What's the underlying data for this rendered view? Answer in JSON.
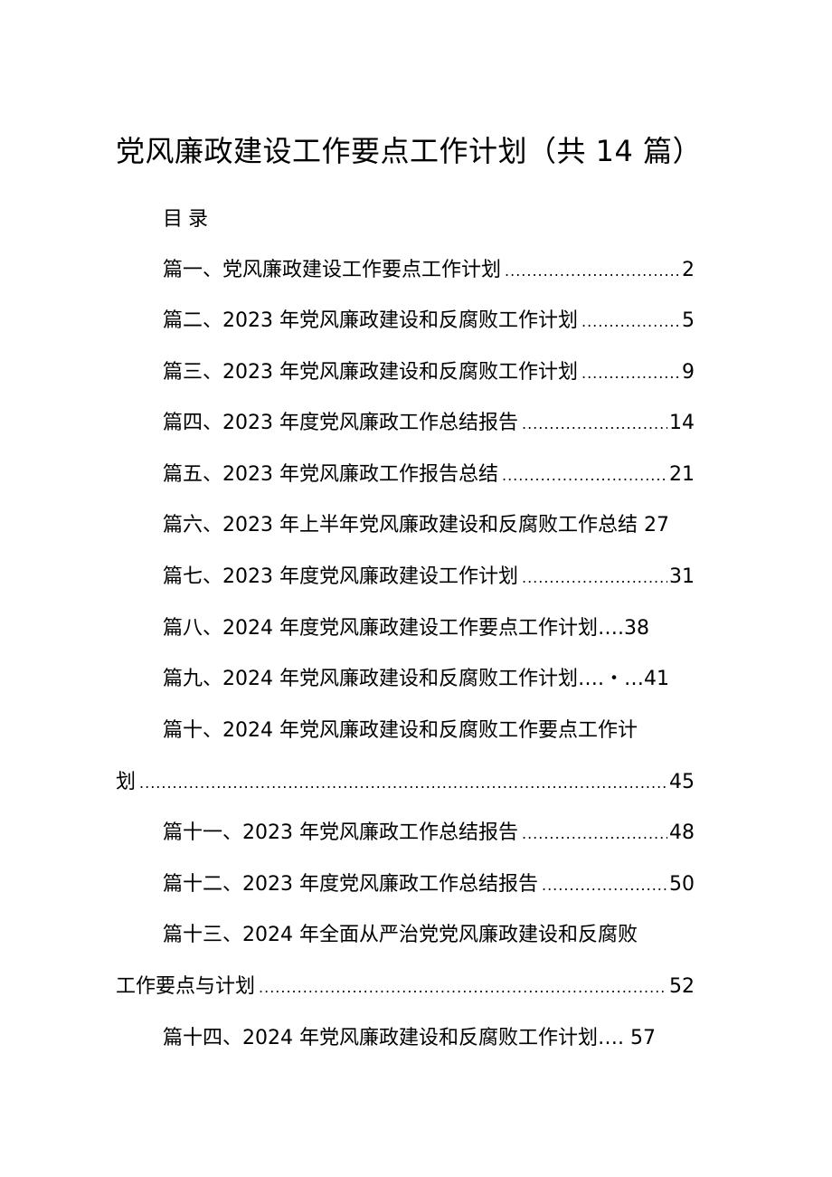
{
  "document": {
    "title": "党风廉政建设工作要点工作计划（共 14 篇）",
    "toc_label": "目录",
    "entries": [
      {
        "text": "篇一、党风廉政建设工作要点工作计划",
        "page": "2"
      },
      {
        "text": "篇二、2023 年党风廉政建设和反腐败工作计划",
        "page": "5"
      },
      {
        "text": "篇三、2023 年党风廉政建设和反腐败工作计划",
        "page": "9"
      },
      {
        "text": "篇四、2023 年度党风廉政工作总结报告",
        "page": "14"
      },
      {
        "text": "篇五、2023 年党风廉政工作报告总结",
        "page": "21"
      },
      {
        "text": "篇六、2023 年上半年党风廉政建设和反腐败工作总结 27"
      },
      {
        "text": "篇七、2023 年度党风廉政建设工作计划",
        "page": "31"
      },
      {
        "text": "篇八、2024 年度党风廉政建设工作要点工作计划….38"
      },
      {
        "text": "篇九、2024 年党风廉政建设和反腐败工作计划….・…41"
      },
      {
        "line1": "篇十、2024 年党风廉政建设和反腐败工作要点工作计",
        "line2": "划",
        "page": "45"
      },
      {
        "text": "篇十一、2023 年党风廉政工作总结报告",
        "page": "48"
      },
      {
        "text": "篇十二、2023 年度党风廉政工作总结报告",
        "page": "50"
      },
      {
        "line1": "篇十三、2024 年全面从严治党党风廉政建设和反腐败",
        "line2": "工作要点与计划",
        "page": "52"
      },
      {
        "text": "篇十四、2024 年党风廉政建设和反腐败工作计划…. 57"
      }
    ]
  }
}
